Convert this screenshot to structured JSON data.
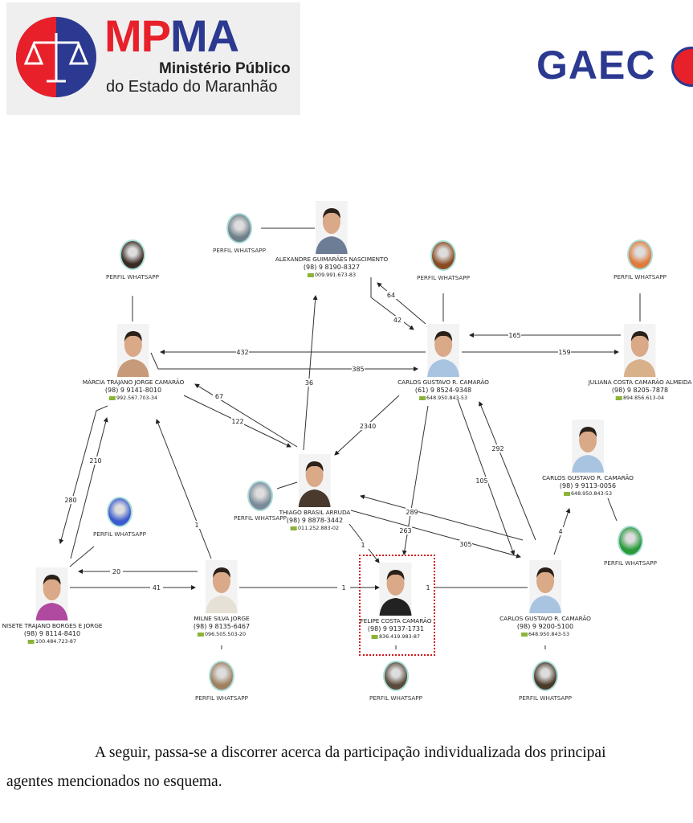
{
  "header": {
    "logo_mp": "MP",
    "logo_ma": "MA",
    "org_line1": "Ministério Público",
    "org_line2": "do Estado do Maranhão",
    "gaeco": "GAEC"
  },
  "colors": {
    "red": "#e8202a",
    "blue": "#2b3990",
    "highlight": "#d21b1b"
  },
  "diagram": {
    "people": [
      {
        "id": "alexandre",
        "name": "ALEXANDRE GUIMARÃES NASCIMENTO",
        "phone": "(98) 9 8190-8327",
        "cpf": "009.991.673-83"
      },
      {
        "id": "marcia",
        "name": "MÁRCIA TRAJANO JORGE CAMARÃO",
        "phone": "(98) 9 9141-8010",
        "cpf": "992.567.703-34"
      },
      {
        "id": "carlos1",
        "name": "CARLOS GUSTAVO R. CAMARÃO",
        "phone": "(61) 9 8524-9348",
        "cpf": "648.950.843-53"
      },
      {
        "id": "juliana",
        "name": "JULIANA COSTA CAMARÃO ALMEIDA",
        "phone": "(98) 9 8205-7878",
        "cpf": "894.856.613-04"
      },
      {
        "id": "carlos3",
        "name": "CARLOS GUSTAVO R. CAMARÃO",
        "phone": "(98) 9 9113-0056",
        "cpf": "648.950.843-53"
      },
      {
        "id": "thiago",
        "name": "THIAGO BRASIL ARRUDA",
        "phone": "(98) 9 8878-3442",
        "cpf": "011.252.883-02"
      },
      {
        "id": "nisete",
        "name": "NISETE TRAJANO BORGES E JORGE",
        "phone": "(98) 9 8114-8410",
        "cpf": "100.484.723-87"
      },
      {
        "id": "milne",
        "name": "MILNE SILVA JORGE",
        "phone": "(98) 9 8135-6467",
        "cpf": "096.505.503-20"
      },
      {
        "id": "felipe",
        "name": "FELIPE COSTA CAMARÃO",
        "phone": "(98) 9 9137-1731",
        "cpf": "836.419.983-87"
      },
      {
        "id": "carlos2",
        "name": "CARLOS GUSTAVO R. CAMARÃO",
        "phone": "(98) 9 9200-5100",
        "cpf": "648.950.843-53"
      }
    ],
    "whatsapp_label": "PERFIL WHATSAPP",
    "edge_labels": {
      "e432": "432",
      "e385": "385",
      "e165": "165",
      "e159": "159",
      "e64": "64",
      "e42": "42",
      "e36": "36",
      "e67": "67",
      "e122": "122",
      "e2340": "2340",
      "e263": "263",
      "e105": "105",
      "e292": "292",
      "e289": "289",
      "e305": "305",
      "e1a": "1",
      "e1b": "1",
      "e210": "210",
      "e280": "280",
      "e20": "20",
      "e41": "41",
      "e1c": "1",
      "e1d": "1",
      "e4": "4"
    }
  },
  "body_text": {
    "line1": "A seguir, passa-se a discorrer acerca da participação individualizada dos principai",
    "line2": "agentes mencionados no esquema."
  }
}
